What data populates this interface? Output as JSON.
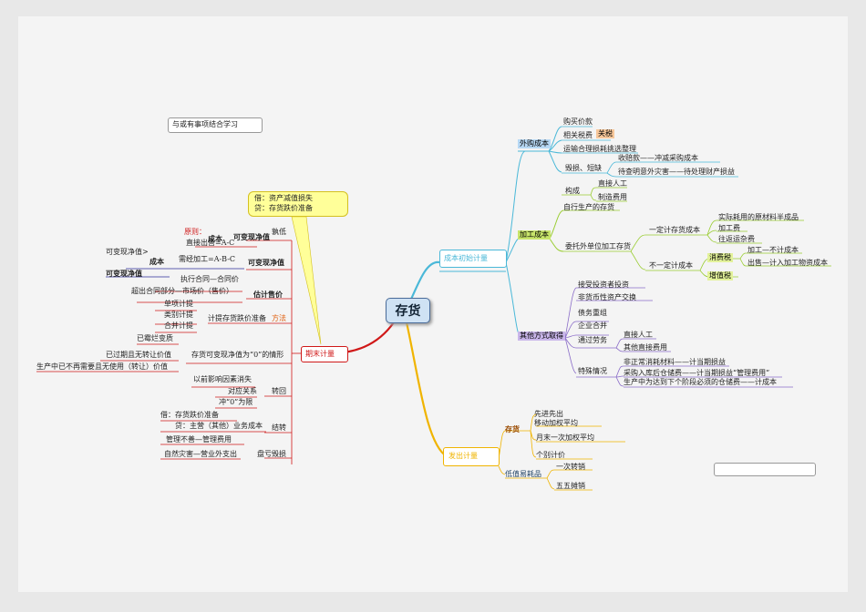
{
  "root": "存货",
  "note_left": "与或有事项结合学习",
  "note_right": "",
  "callout": [
    "借：资产减值损失",
    "贷：存货跌价准备"
  ],
  "branches": {
    "initial": {
      "label": "成本初始计量",
      "purchase": {
        "label": "外购成本",
        "items": [
          "购买价款",
          "相关税费",
          "关税",
          "运输合理损耗挑选整理",
          "毁损、短缺",
          "收赔款——冲减采购成本",
          "待查明意外灾害——待处理财产损益"
        ]
      },
      "processing": {
        "label": "加工成本",
        "self": "自行生产的存货",
        "composition": "构成",
        "comp_items": [
          "直接人工",
          "制造费用"
        ],
        "outsourced": "委托外单位加工存货",
        "must_cost": "一定计存货成本",
        "must_items": [
          "实际耗用的原材料半成品",
          "加工费",
          "往返运杂费"
        ],
        "not_must": "不一定计成本",
        "consumption_tax": "消费税",
        "consumption_items": [
          "加工—不计成本",
          "出售—计入加工物资成本"
        ],
        "vat": "增值税"
      },
      "other": {
        "label": "其他方式取得",
        "items": [
          "接受投资者投资",
          "非货币性资产交换",
          "债务重组",
          "企业合并",
          "通过劳务",
          "直接人工",
          "其他直接费用",
          "特殊情况",
          "非正常消耗材料——计当期损益",
          "采购入库后仓储费——计当期损益“管理费用”",
          "生产中为达到下个阶段必须的仓储费——计成本"
        ]
      }
    },
    "issue": {
      "label": "发出计量",
      "inventory": "存货",
      "methods": [
        "先进先出",
        "移动加权平均",
        "月末一次加权平均",
        "个别计价"
      ],
      "low_value": "低值易耗品",
      "low_items": [
        "一次转销",
        "五五摊销"
      ]
    },
    "period_end": {
      "label": "期末计量",
      "lower": "孰低",
      "principle": "原则：",
      "cost": "成本",
      "nrv_bold": "可变现净值",
      "direct_sale": "直接出售=A-C",
      "nrv_gt": "可变现净值>",
      "cost_small": "成本",
      "nrv2": "可变现净值",
      "processing_formula": "需经加工=A-B-C",
      "nrv_title": "可变现净值",
      "contract": "执行合同—合同价",
      "market": "超出合同部分—市场价（售价）",
      "est_price": "估计售价",
      "single": "单项计提",
      "category": "类别计提",
      "merged": "合并计提",
      "impairment": "计提存货跌价准备",
      "method": "方法",
      "recognized": "已霉烂变质",
      "expired": "已过期且无转让价值",
      "no_use": "生产中已不再需要且无使用（转让）价值",
      "zero_case": "存货可变现净值为“0”的情形",
      "factor_gone": "以前影响因素消失",
      "relation": "对应关系",
      "reverse": "转回",
      "zero_cap": "冲“0”为限",
      "entry_dr": "借：存货跌价准备",
      "entry_cr": "贷：主营（其他）业务成本",
      "carry": "结转",
      "mgmt": "管理不善—管理费用",
      "disaster": "自然灾害—营业外支出",
      "loss": "盘亏毁损"
    }
  }
}
